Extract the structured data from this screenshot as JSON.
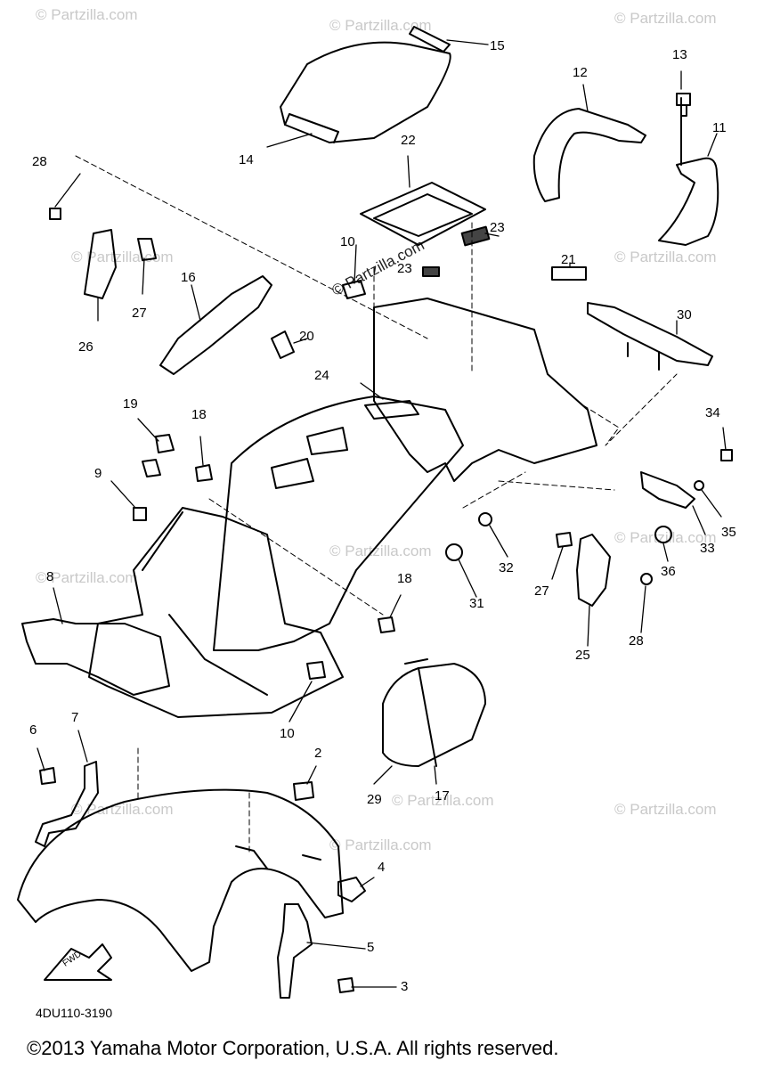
{
  "diagram": {
    "part_numbers": {
      "n1": "11",
      "n2": "2",
      "n3": "3",
      "n4": "4",
      "n5": "5",
      "n6": "6",
      "n7": "7",
      "n8": "8",
      "n9": "9",
      "n10a": "10",
      "n10b": "10",
      "n11": "12",
      "n13": "13",
      "n14": "14",
      "n15": "15",
      "n16": "16",
      "n17": "17",
      "n18a": "18",
      "n18b": "18",
      "n19": "19",
      "n20": "20",
      "n21": "21",
      "n22": "22",
      "n23a": "23",
      "n23b": "23",
      "n24": "24",
      "n25": "25",
      "n26": "26",
      "n27a": "27",
      "n27b": "27",
      "n28a": "28",
      "n28b": "28",
      "n29": "29",
      "n30": "30",
      "n31": "31",
      "n32": "32",
      "n33": "33",
      "n34": "34",
      "n35": "35",
      "n36": "36"
    },
    "fwd_label": "FWD",
    "drawing_code": "4DU110-3190"
  },
  "watermark": "© Partzilla.com",
  "copyright": "©2013 Yamaha Motor Corporation, U.S.A. All rights reserved."
}
